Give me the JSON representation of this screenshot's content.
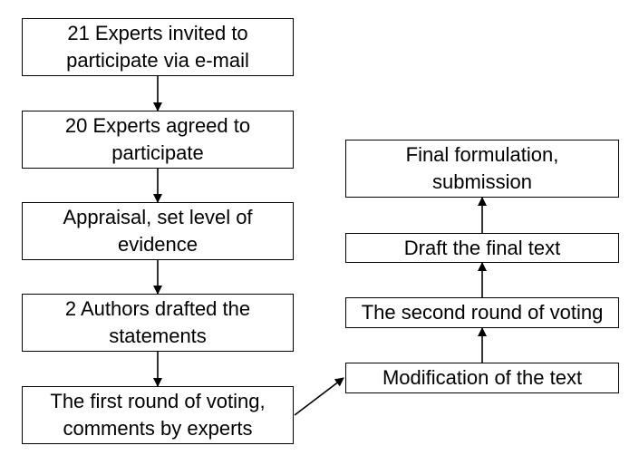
{
  "steps": {
    "invited": "21 Experts invited to\nparticipate via e-mail",
    "agreed": "20 Experts agreed to\nparticipate",
    "appraisal": "Appraisal, set level of\nevidence",
    "drafted": "2 Authors drafted the\nstatements",
    "first_round": "The first round of voting,\ncomments by experts",
    "modification": "Modification of the text",
    "second_round": "The second round of voting",
    "draft_final": "Draft the final text",
    "final": "Final formulation,\nsubmission"
  }
}
